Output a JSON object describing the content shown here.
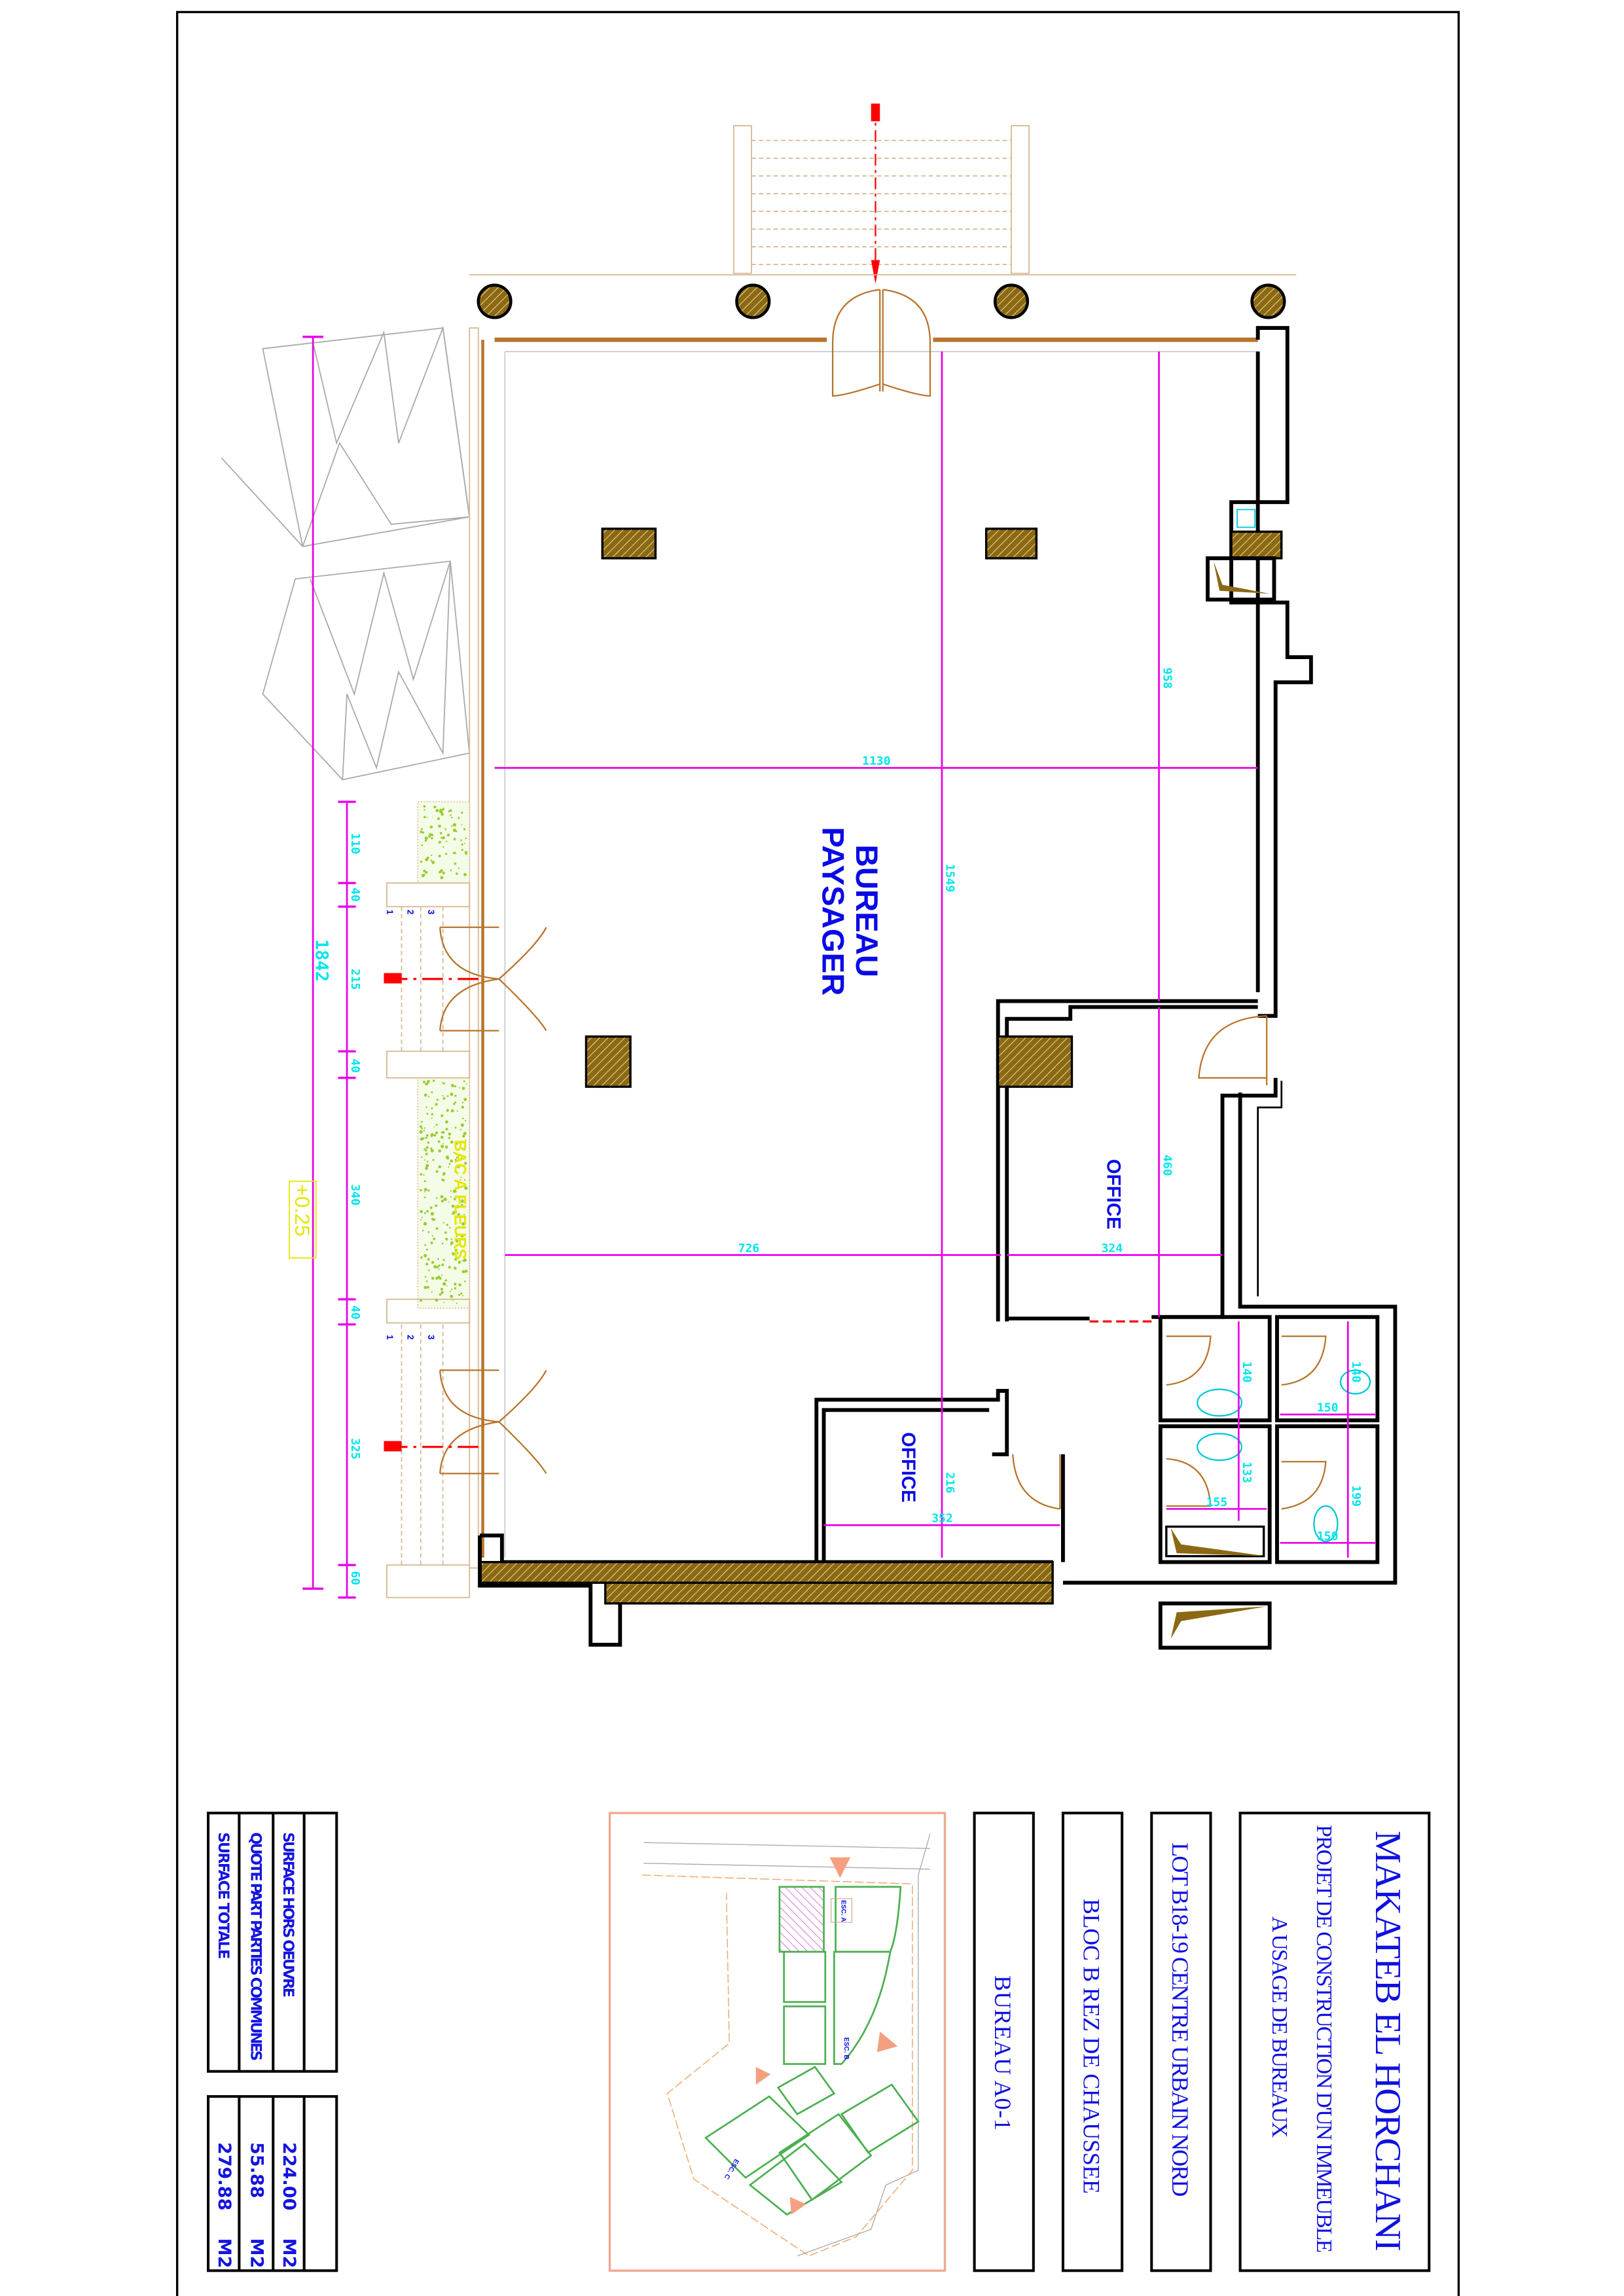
{
  "title_block": {
    "firm": "MAKATEB EL HORCHANI",
    "project_line1": "PROJET DE CONSTRUCTION D'UN IMMEUBLE",
    "project_line2": "A USAGE DE BUREAUX",
    "lot": "LOT B18-19 CENTRE URBAIN NORD",
    "level": "BLOC B REZ DE CHAUSSEE",
    "unit": "BUREAU A0-1"
  },
  "surfaces": {
    "rows": [
      {
        "label": "SURFACE HORS OEUVRE",
        "value": "224.00",
        "unit": "M2"
      },
      {
        "label": "QUOTE PART PARTIES COMMUNES",
        "value": "55.88",
        "unit": "M2"
      },
      {
        "label": "SURFACE TOTALE",
        "value": "279.88",
        "unit": "M2"
      }
    ]
  },
  "key_plan": {
    "labels": [
      "ESC. A",
      "ESC. B",
      "ESC. C"
    ],
    "colors": {
      "buildings": "#4caf50",
      "highlight": "#cc33cc",
      "arrows": "#f4a080",
      "frame": "#f0a890"
    }
  },
  "rooms": {
    "main_line1": "BUREAU",
    "main_line2": "PAYSAGER",
    "office_1": "OFFICE",
    "office_2": "OFFICE"
  },
  "landscape": {
    "planter": "BAC A FLEURS",
    "level_mark": "+0.25",
    "step_numbers": [
      "1",
      "2",
      "3"
    ]
  },
  "dimensions": {
    "width_main": "1130",
    "length_main": "1549",
    "depth_right": "958",
    "width_lower": "726",
    "office_width": "324",
    "office_depth": "460",
    "office2_depth": "216",
    "office2_width": "352",
    "wc1_depth": "140",
    "wc2_depth": "140",
    "wc2_width": "150",
    "wash_width": "155",
    "wash_depth": "133",
    "wc3_depth": "199",
    "wc3_width": "150",
    "overall": "1842",
    "chain": [
      "110",
      "40",
      "215",
      "40",
      "340",
      "40",
      "325",
      "60"
    ]
  },
  "colors": {
    "text": "#1010e0",
    "dimension": "#e800e8",
    "dimension_text": "#00e5ee",
    "structure": "#8b6914",
    "door": "#b8742c",
    "arrow": "#ff0000",
    "planter": "#9acd32",
    "level": "#ffff00"
  }
}
